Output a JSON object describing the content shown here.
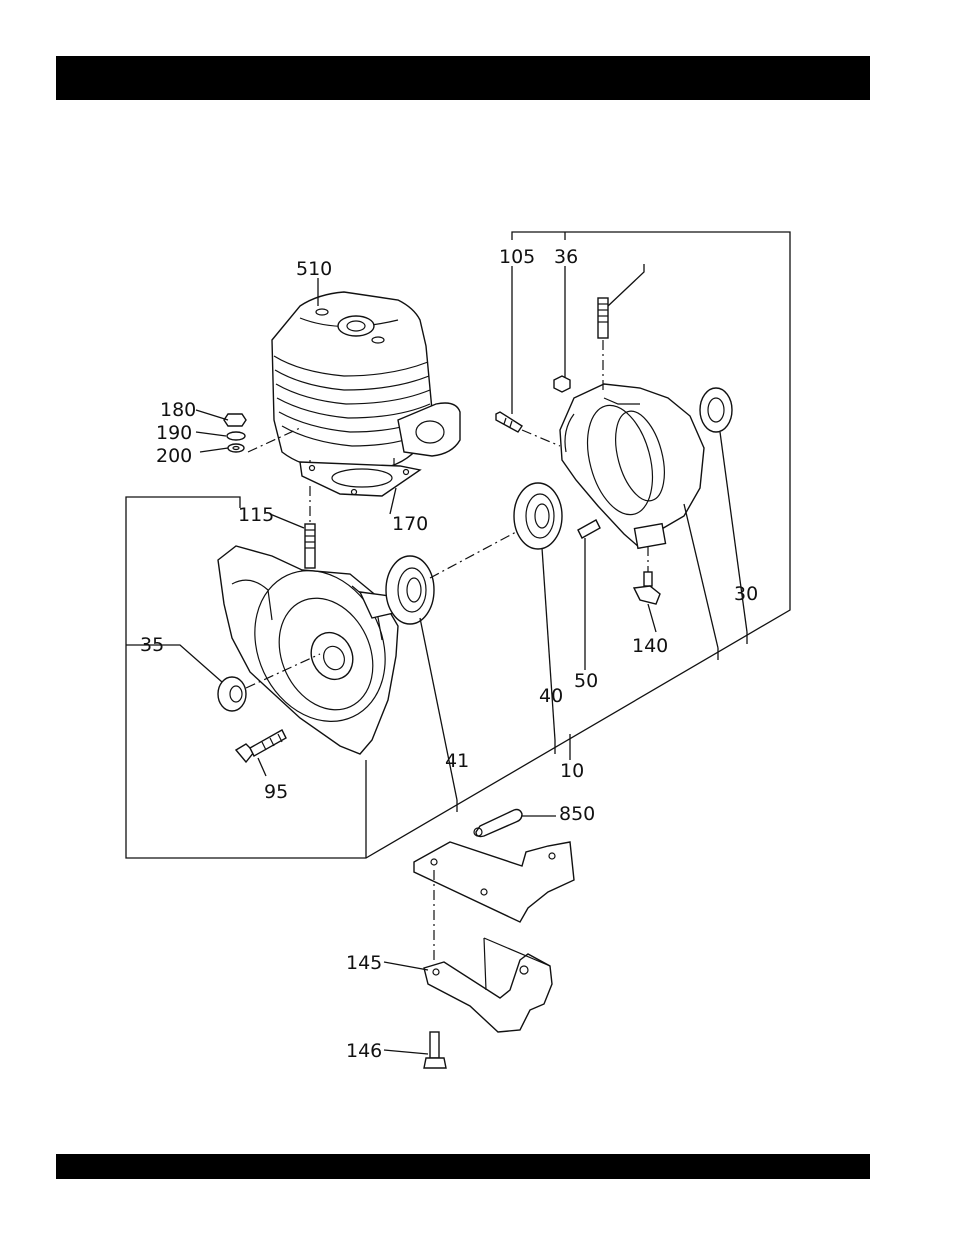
{
  "header_band": {
    "color": "#000000"
  },
  "footer_band": {
    "color": "#000000"
  },
  "diagram": {
    "callouts": {
      "c510": "510",
      "c105": "105",
      "c36": "36",
      "c180": "180",
      "c190": "190",
      "c200": "200",
      "c170": "170",
      "c115": "115",
      "c35": "35",
      "c41": "41",
      "c40": "40",
      "c50": "50",
      "c140": "140",
      "c30": "30",
      "c10": "10",
      "c95": "95",
      "c850": "850",
      "c145": "145",
      "c146": "146"
    }
  }
}
